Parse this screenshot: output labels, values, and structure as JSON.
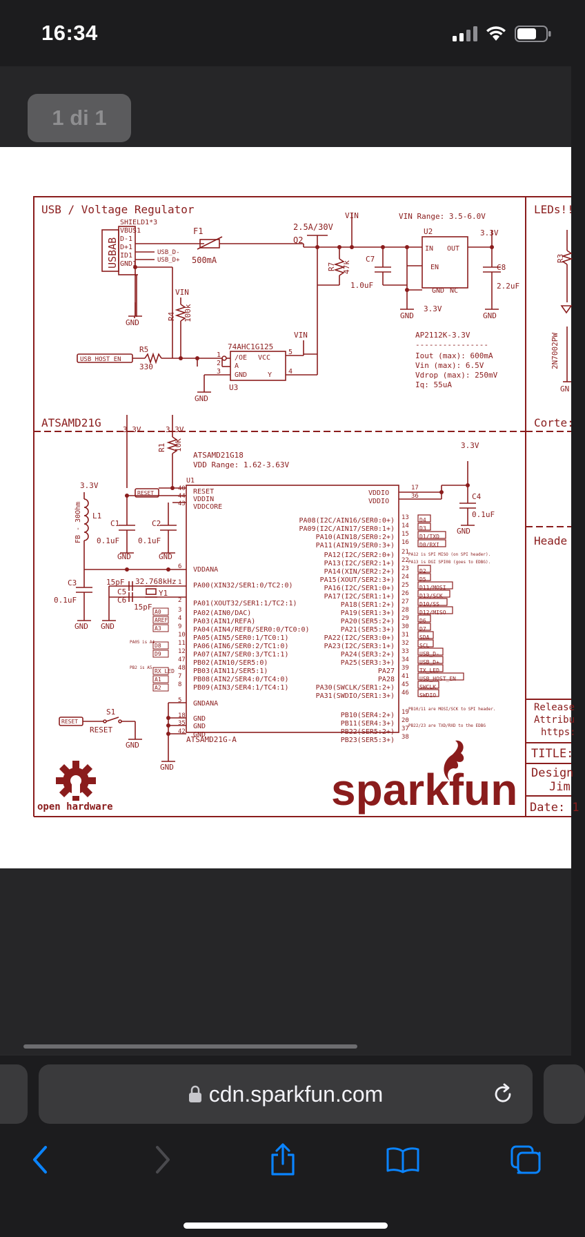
{
  "status_bar": {
    "time": "16:34"
  },
  "viewer": {
    "page_indicator": "1 di 1"
  },
  "browser": {
    "url": "cdn.sparkfun.com"
  },
  "schematic": {
    "sections": {
      "usb": "USB / Voltage Regulator",
      "leds": "LEDs!!",
      "mcu": "ATSAMD21G",
      "cortex": "Corte:",
      "header": "Heade"
    },
    "usb": {
      "connector": "USBAB",
      "pins": [
        "SHIELD1*3",
        "VBUS1",
        "D-1",
        "D+1",
        "ID1",
        "GND1"
      ],
      "nets": [
        "USB_D-",
        "USB_D+"
      ],
      "fuse": "F1",
      "fuse_rating": "500mA",
      "q2": "Q2",
      "q2_rating": "2.5A/30V",
      "vin": "VIN",
      "r7": "R7",
      "r7_val": "47k",
      "c7": "C7",
      "c7_val": "1.0uF",
      "r4": "R4",
      "r4_val": "100k",
      "r5": "R5",
      "r5_val": "330",
      "usb_host_en": "USB_HOST_EN",
      "u3_part": "74AHC1G125",
      "u3": "U3",
      "u3_pins": [
        "/OE",
        "VCC",
        "A",
        "GND",
        "Y"
      ],
      "u3_pin_nums": [
        "1",
        "2",
        "3",
        "5",
        "4"
      ],
      "gnd": "GND"
    },
    "regulator": {
      "vin_range": "VIN Range: 3.5-6.0V",
      "u2": "U2",
      "pins": [
        "IN",
        "OUT",
        "EN",
        "GND",
        "NC"
      ],
      "out_label": "3.3V",
      "c8": "C8",
      "c8_val": "2.2uF",
      "part": "AP2112K-3.3V",
      "dashes": "----------------",
      "specs": [
        "Iout (max): 600mA",
        "Vin (max): 6.5V",
        "Vdrop (max): 250mV",
        "Iq: 55uA"
      ]
    },
    "leds": {
      "r3": "R3",
      "mosfet": "2N7002PW",
      "gnd": "GN"
    },
    "mcu": {
      "rail": "3.3V",
      "part_line": "ATSAMD21G18",
      "vdd_range": "VDD Range: 1.62-3.63V",
      "u1": "U1",
      "bottom_part": "ATSAMD21G-A",
      "r1": "R1",
      "r1_val": "10K",
      "reset_net": "RESET",
      "l1": "L1",
      "l1_val": "FB - 30Ohm",
      "c1": "C1",
      "c1_val": "0.1uF",
      "c2": "C2",
      "c2_val": "0.1uF",
      "c3": "C3",
      "c3_val": "0.1uF",
      "c4": "C4",
      "c4_val": "0.1uF",
      "c5": "C5",
      "c6": "C6",
      "cap_15pf": "15pF",
      "crystal": "32.768kHz",
      "y1": "Y1",
      "s1": "S1",
      "s1_label": "RESET",
      "left_pins": [
        {
          "num": "40",
          "name": "RESET"
        },
        {
          "num": "44",
          "name": "VDDIN"
        },
        {
          "num": "43",
          "name": "VDDCORE"
        },
        {
          "num": "6",
          "name": "VDDANA"
        },
        {
          "num": "1",
          "name": "PA00(XIN32/SER1:0/TC2:0)"
        },
        {
          "num": "2",
          "name": "PA01(XOUT32/SER1:1/TC2:1)"
        },
        {
          "num": "3",
          "name": "PA02(AIN0/DAC)"
        },
        {
          "num": "4",
          "name": "PA03(AIN1/REFA)"
        },
        {
          "num": "9",
          "name": "PA04(AIN4/REFB/SER0:0/TC0:0)"
        },
        {
          "num": "10",
          "name": "PA05(AIN5/SER0:1/TC0:1)"
        },
        {
          "num": "11",
          "name": "PA06(AIN6/SER0:2/TC1:0)"
        },
        {
          "num": "12",
          "name": "PA07(AIN7/SER0:3/TC1:1)"
        },
        {
          "num": "47",
          "name": "PB02(AIN10/SER5:0)"
        },
        {
          "num": "48",
          "name": "PB03(AIN11/SER5:1)"
        },
        {
          "num": "7",
          "name": "PB08(AIN2/SER4:0/TC4:0)"
        },
        {
          "num": "8",
          "name": "PB09(AIN3/SER4:1/TC4:1)"
        },
        {
          "num": "5",
          "name": "GNDANA"
        },
        {
          "num": "18",
          "name": "GND"
        },
        {
          "num": "35",
          "name": "GND"
        },
        {
          "num": "42",
          "name": "GND"
        }
      ],
      "left_nets": [
        "A0",
        "AREF",
        "A3",
        "D8",
        "D9",
        "RX_LED",
        "A1",
        "A2"
      ],
      "left_notes": [
        "PA05 is A4",
        "PB2 is A5"
      ],
      "right_power": [
        {
          "num": "17",
          "name": "VDDIO"
        },
        {
          "num": "36",
          "name": "VDDIO"
        }
      ],
      "right_pins": [
        {
          "num": "13",
          "name": "PA08(I2C/AIN16/SER0:0+)",
          "net": "D4"
        },
        {
          "num": "14",
          "name": "PA09(I2C/AIN17/SER0:1+)",
          "net": "D3"
        },
        {
          "num": "15",
          "name": "PA10(AIN18/SER0:2+)",
          "net": "D1/TXD"
        },
        {
          "num": "16",
          "name": "PA11(AIN19/SER0:3+)",
          "net": "D0/RXI"
        },
        {
          "num": "21",
          "name": "PA12(I2C/SER2:0+)",
          "net": ""
        },
        {
          "num": "22",
          "name": "PA13(I2C/SER2:1+)",
          "net": ""
        },
        {
          "num": "23",
          "name": "PA14(XIN/SER2:2+)",
          "net": "D2"
        },
        {
          "num": "24",
          "name": "PA15(XOUT/SER2:3+)",
          "net": "D5"
        },
        {
          "num": "25",
          "name": "PA16(I2C/SER1:0+)",
          "net": "D11/MOSI"
        },
        {
          "num": "26",
          "name": "PA17(I2C/SER1:1+)",
          "net": "D13/SCK"
        },
        {
          "num": "27",
          "name": "PA18(SER1:2+)",
          "net": "D10/SS"
        },
        {
          "num": "28",
          "name": "PA19(SER1:3+)",
          "net": "D12/MISO"
        },
        {
          "num": "29",
          "name": "PA20(SER5:2+)",
          "net": "D6"
        },
        {
          "num": "30",
          "name": "PA21(SER5:3+)",
          "net": "D7"
        },
        {
          "num": "31",
          "name": "PA22(I2C/SER3:0+)",
          "net": "SDA"
        },
        {
          "num": "32",
          "name": "PA23(I2C/SER3:1+)",
          "net": "SCL"
        },
        {
          "num": "33",
          "name": "PA24(SER3:2+)",
          "net": "USB_D-"
        },
        {
          "num": "34",
          "name": "PA25(SER3:3+)",
          "net": "USB_D+"
        },
        {
          "num": "39",
          "name": "PA27",
          "net": "TX_LED"
        },
        {
          "num": "41",
          "name": "PA28",
          "net": "USB_HOST_EN"
        },
        {
          "num": "45",
          "name": "PA30(SWCLK/SER1:2+)",
          "net": "SWCLK"
        },
        {
          "num": "46",
          "name": "PA31(SWDIO/SER1:3+)",
          "net": "SWDIO"
        },
        {
          "num": "19",
          "name": "PB10(SER4:2+)",
          "net": ""
        },
        {
          "num": "20",
          "name": "PB11(SER4:3+)",
          "net": ""
        },
        {
          "num": "37",
          "name": "PB22(SER5:2+)",
          "net": ""
        },
        {
          "num": "38",
          "name": "PB23(SER5:3+)",
          "net": ""
        }
      ],
      "notes": [
        "PA12 is SPI MISO (on SPI header).",
        "PA13 is DGI SPI08 (goes to EDBG).",
        "PB10/11 are MOSI/SCK to SPI header.",
        "PB22/23 are TXD/RXD to the EDBG"
      ]
    },
    "logo": {
      "open_hardware": "open hardware",
      "brand": "sparkfun"
    },
    "title_block": {
      "release": "Release",
      "attrib": "Attribu",
      "link": "https:",
      "title": "TITLE:",
      "design": "Design",
      "designer": "Jim",
      "date": "Date: 1"
    }
  },
  "colors": {
    "schematic": "#8a1c1c",
    "accent": "#0a84ff"
  }
}
